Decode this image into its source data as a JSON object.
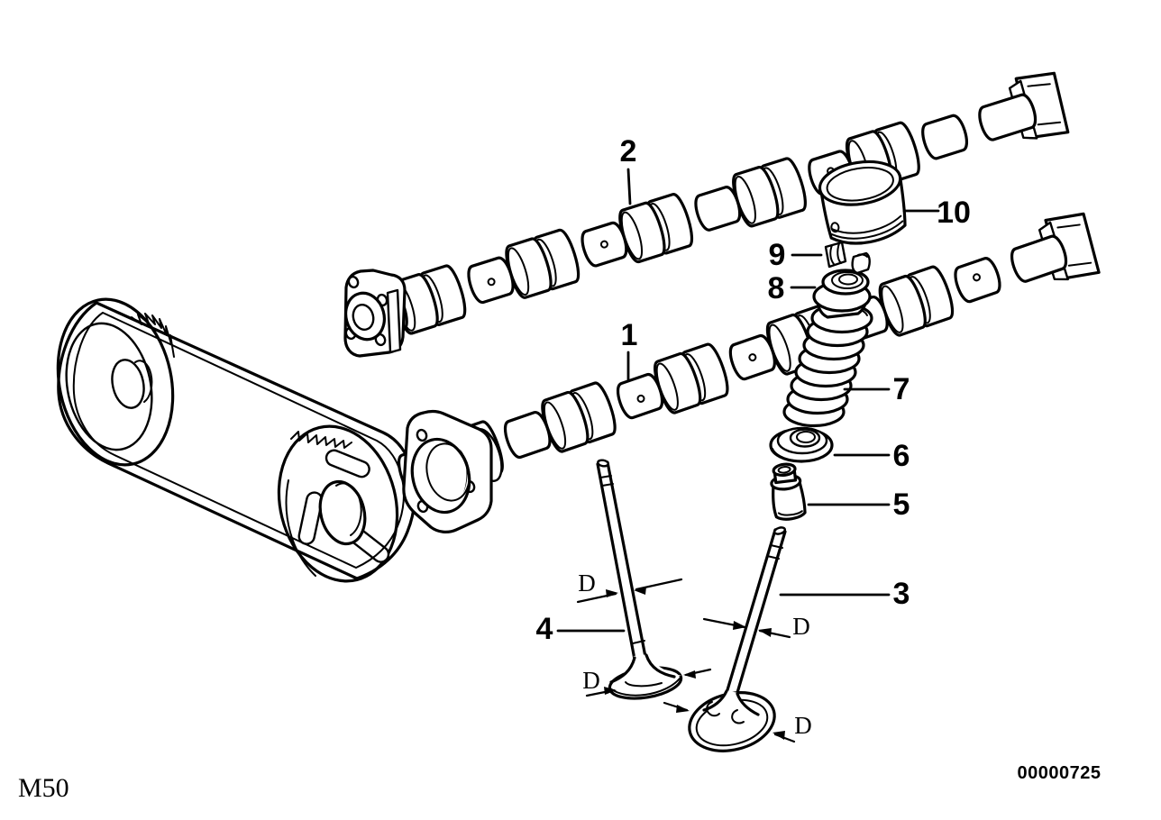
{
  "colors": {
    "background": "#ffffff",
    "ink": "#000000"
  },
  "callouts": [
    {
      "label": "1"
    },
    {
      "label": "2"
    },
    {
      "label": "3"
    },
    {
      "label": "4"
    },
    {
      "label": "5"
    },
    {
      "label": "6"
    },
    {
      "label": "7"
    },
    {
      "label": "8"
    },
    {
      "label": "9"
    },
    {
      "label": "10"
    }
  ],
  "dimension_labels": [
    "D",
    "D",
    "D",
    "D"
  ],
  "footer": {
    "model_code": "M50",
    "image_number": "00000725"
  }
}
